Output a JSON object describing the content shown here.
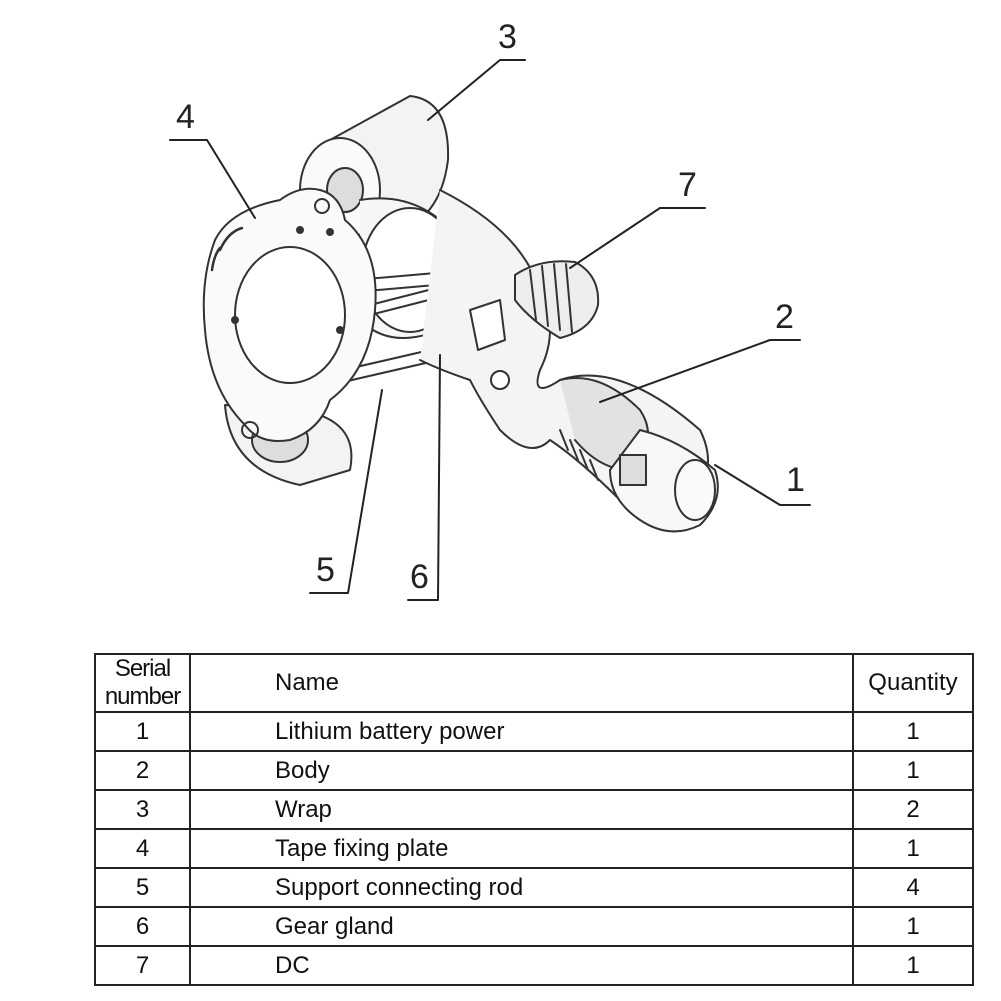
{
  "callouts": [
    {
      "id": "1",
      "label": "1"
    },
    {
      "id": "2",
      "label": "2"
    },
    {
      "id": "3",
      "label": "3"
    },
    {
      "id": "4",
      "label": "4"
    },
    {
      "id": "5",
      "label": "5"
    },
    {
      "id": "6",
      "label": "6"
    },
    {
      "id": "7",
      "label": "7"
    }
  ],
  "table": {
    "headers": {
      "serial": "Serial number",
      "name": "Name",
      "quantity": "Quantity"
    },
    "rows": [
      {
        "serial": "1",
        "name": "Lithium battery power",
        "quantity": "1"
      },
      {
        "serial": "2",
        "name": "Body",
        "quantity": "1"
      },
      {
        "serial": "3",
        "name": "Wrap",
        "quantity": "2"
      },
      {
        "serial": "4",
        "name": "Tape fixing plate",
        "quantity": "1"
      },
      {
        "serial": "5",
        "name": "Support connecting rod",
        "quantity": "4"
      },
      {
        "serial": "6",
        "name": "Gear gland",
        "quantity": "1"
      },
      {
        "serial": "7",
        "name": "DC",
        "quantity": "1"
      }
    ]
  }
}
